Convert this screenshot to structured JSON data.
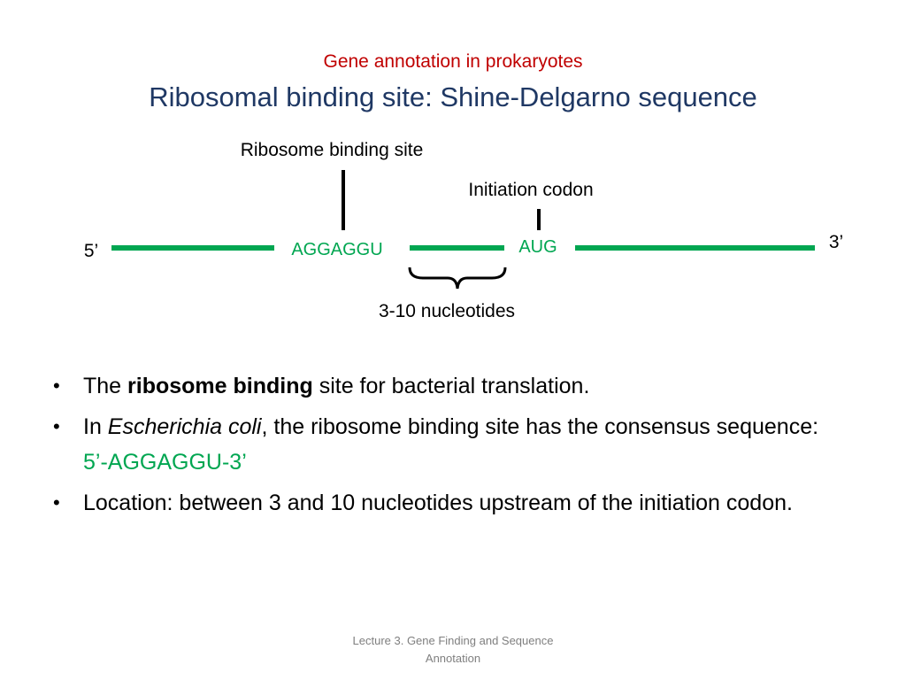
{
  "header": {
    "subtitle": "Gene annotation in prokaryotes",
    "title": "Ribosomal binding site: Shine-Delgarno sequence"
  },
  "diagram": {
    "rbs_label": "Ribosome binding site",
    "initiation_label": "Initiation codon",
    "five_prime": "5’",
    "three_prime": "3’",
    "sd_sequence": "AGGAGGU",
    "start_codon": "AUG",
    "spacer_label": "3-10 nucleotides",
    "strand_color": "#00a651",
    "marker_color": "#000000"
  },
  "bullets": [
    {
      "pre": "The ",
      "bold": "ribosome binding",
      "post": " site for bacterial translation."
    },
    {
      "pre": "In ",
      "italic": "Escherichia coli",
      "post": ", the ribosome binding site has the consensus sequence: ",
      "highlight": "5’-AGGAGGU-3’"
    },
    {
      "text": "Location: between 3 and 10 nucleotides upstream of the initiation codon."
    }
  ],
  "footer": {
    "line1": "Lecture 3. Gene Finding and Sequence",
    "line2": "Annotation"
  }
}
